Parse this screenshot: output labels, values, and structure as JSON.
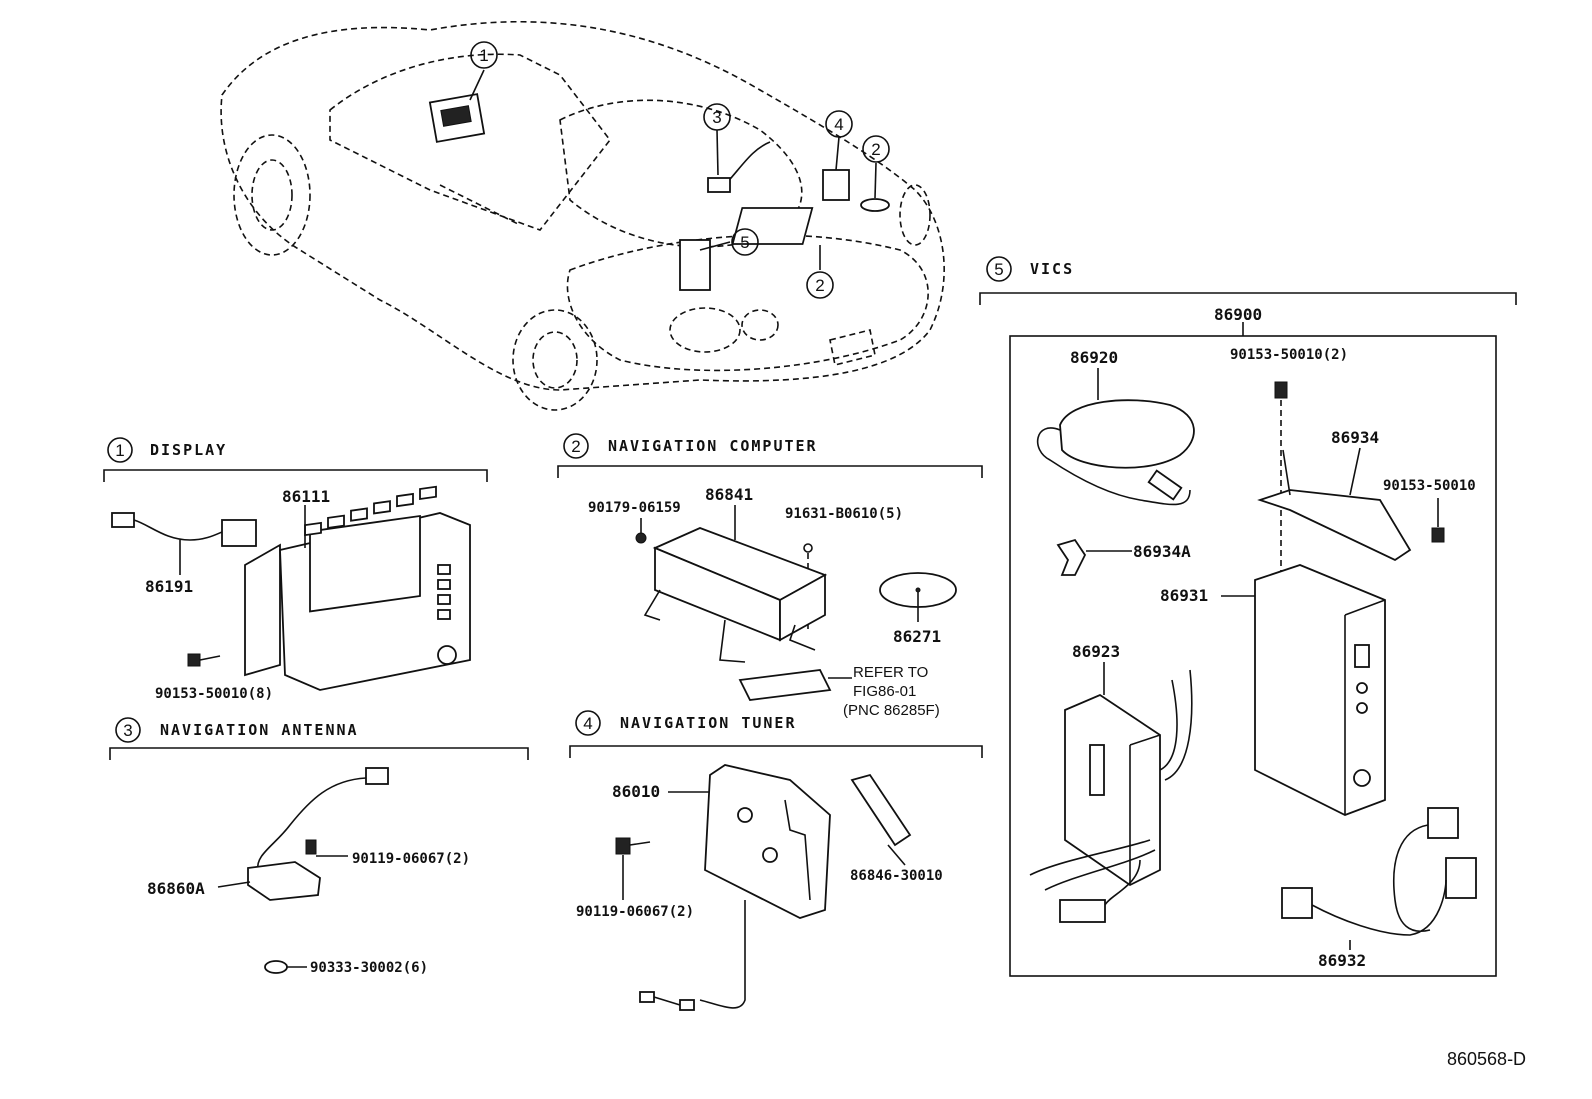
{
  "sections": {
    "display": {
      "num": "1",
      "title": "DISPLAY"
    },
    "nav_computer": {
      "num": "2",
      "title": "NAVIGATION COMPUTER"
    },
    "nav_antenna": {
      "num": "3",
      "title": "NAVIGATION ANTENNA"
    },
    "nav_tuner": {
      "num": "4",
      "title": "NAVIGATION TUNER"
    },
    "vics": {
      "num": "5",
      "title": "VICS"
    }
  },
  "car_callouts": [
    "1",
    "3",
    "4",
    "2",
    "5",
    "2"
  ],
  "parts": {
    "display": {
      "p86111": "86111",
      "p86191": "86191",
      "p90153_8": "90153-50010(8)"
    },
    "nav_computer": {
      "p90179": "90179-06159",
      "p86841": "86841",
      "p91631": "91631-B0610(5)",
      "p86271": "86271",
      "refer": [
        "REFER TO",
        "FIG86-01",
        "(PNC 86285F)"
      ]
    },
    "nav_antenna": {
      "p86860A": "86860A",
      "p90119": "90119-06067(2)",
      "p90333": "90333-30002(6)"
    },
    "nav_tuner": {
      "p86010": "86010",
      "p90119": "90119-06067(2)",
      "p86846": "86846-30010"
    },
    "vics": {
      "p86900": "86900",
      "p86920": "86920",
      "p90153_2": "90153-50010(2)",
      "p86934": "86934",
      "p90153": "90153-50010",
      "p86934A": "86934A",
      "p86931": "86931",
      "p86923": "86923",
      "p86932": "86932"
    }
  },
  "figure_id": "860568-D"
}
